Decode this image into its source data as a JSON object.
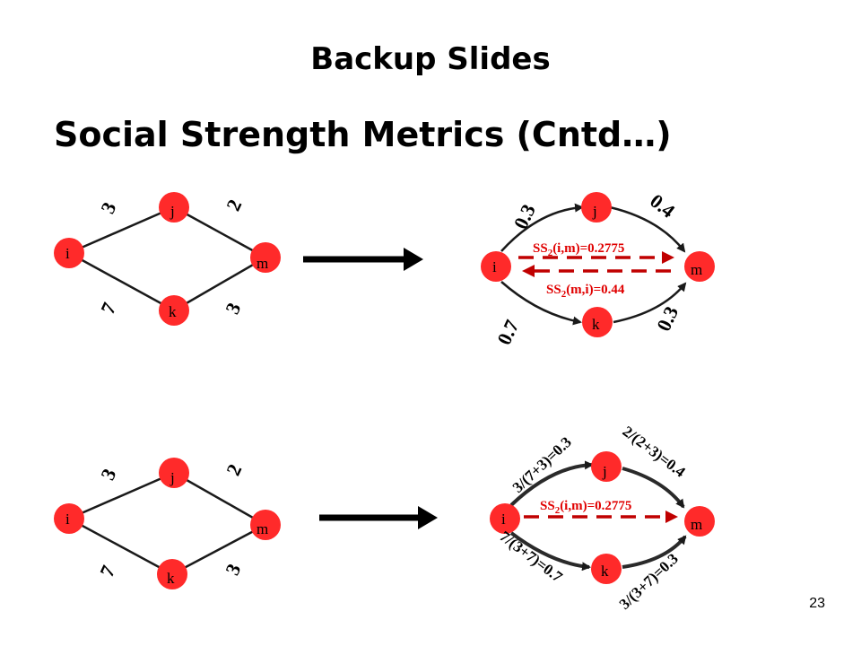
{
  "slide": {
    "title": "Backup Slides",
    "subtitle": "Social Strength Metrics (Cntd…)",
    "page_number": "23"
  },
  "colors": {
    "node_fill": "#ff2a2a",
    "edge": "#1a1a1a",
    "ss_arrow": "#c00000",
    "ss_text": "#e00000"
  },
  "diagram1": {
    "nodes": {
      "i": "i",
      "j": "j",
      "k": "k",
      "m": "m"
    },
    "weights": {
      "ij": "3",
      "jm": "2",
      "ik": "7",
      "km": "3"
    }
  },
  "diagram2": {
    "nodes": {
      "i": "i",
      "j": "j",
      "k": "k",
      "m": "m"
    },
    "weights": {
      "ij": "0.3",
      "jm": "0.4",
      "ik": "0.7",
      "km": "0.3"
    },
    "ss_im": {
      "pre": "SS",
      "sub": "2",
      "post": "(i,m)=0.2775"
    },
    "ss_mi": {
      "pre": "SS",
      "sub": "2",
      "post": "(m,i)=0.44"
    }
  },
  "diagram3": {
    "nodes": {
      "i": "i",
      "j": "j",
      "k": "k",
      "m": "m"
    },
    "weights": {
      "ij": "3",
      "jm": "2",
      "ik": "7",
      "km": "3"
    }
  },
  "diagram4": {
    "nodes": {
      "i": "i",
      "j": "j",
      "k": "k",
      "m": "m"
    },
    "weights": {
      "ij": "3/(7+3)=0.3",
      "jm": "2/(2+3)=0.4",
      "ik": "7/(3+7)=0.7",
      "km": "3/(3+7)=0.3"
    },
    "ss_im": {
      "pre": "SS",
      "sub": "2",
      "post": "(i,m)=0.2775"
    }
  }
}
